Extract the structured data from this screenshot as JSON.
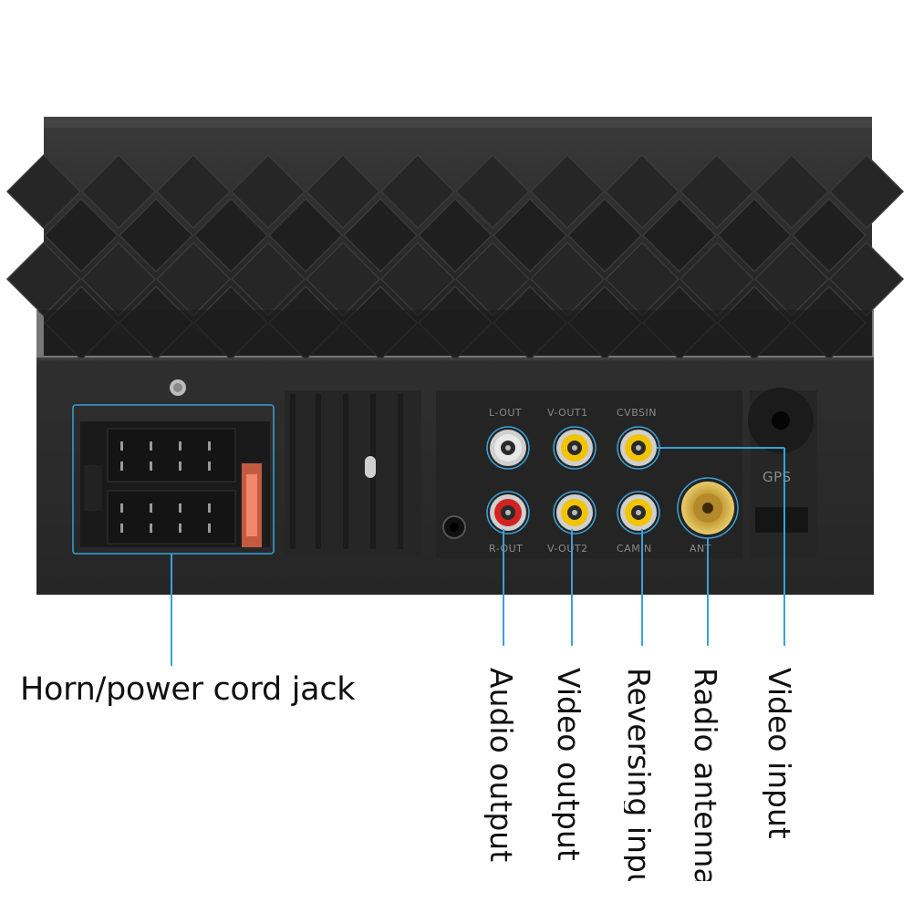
{
  "callouts": {
    "horn_power": "Horn/power cord jack",
    "audio_output": "Audio output",
    "video_output": "Video output",
    "reversing_input": "Reversing input",
    "radio_antenna": "Radio antenna",
    "video_input": "Video input"
  },
  "port_labels": {
    "l_out": "L-OUT",
    "v_out1": "V-OUT1",
    "cvbs_in": "CVBSIN",
    "r_out": "R-OUT",
    "v_out2": "V-OUT2",
    "cam_in": "CAMIN",
    "ant": "ANT",
    "gps": "GPS"
  },
  "colors": {
    "callout_line": "#3aa0d8",
    "device_body": "#2b2b2b",
    "rca_white": "#e8e8e8",
    "rca_red": "#d22222",
    "rca_yellow": "#f2c400",
    "antenna_gold": "#c9a23a",
    "fuse": "#e0664a"
  }
}
